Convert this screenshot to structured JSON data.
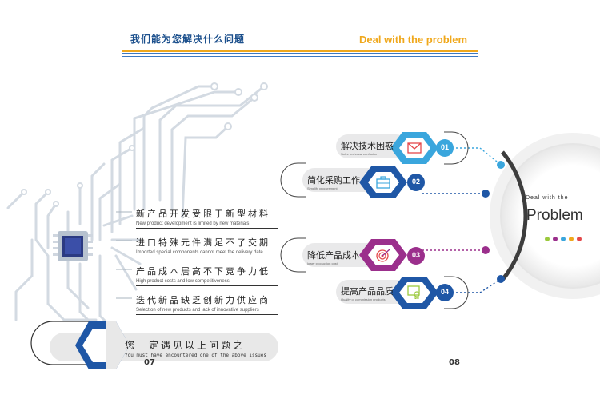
{
  "header": {
    "title_zh": "我们能为您解决什么问题",
    "title_en": "Deal with the problem",
    "colors": {
      "orange": "#f0a81c",
      "blue": "#3d79c2"
    }
  },
  "left_page": {
    "problems": [
      {
        "zh": "新产品开发受限于新型材料",
        "en": "New product development is limited by new materials"
      },
      {
        "zh": "进口特殊元件满足不了交期",
        "en": "Imported special components cannot meet the delivery date"
      },
      {
        "zh": "产品成本居高不下竞争力低",
        "en": "High product costs and low competitiveness"
      },
      {
        "zh": "迭代新品缺乏创新力供应商",
        "en": "Selection of new products and lack of innovative suppliers"
      }
    ],
    "callout": {
      "zh": "您一定遇见以上问题之一",
      "en": "You must have encountered one of the above issues"
    },
    "page_number": "07",
    "icons": [
      "circuit-board-graphic",
      "chip-icon",
      "hexagon-icon"
    ]
  },
  "right_page": {
    "items": [
      {
        "num": "01",
        "zh": "解决技术困惑",
        "en": "Solve technical confusion",
        "color": "#3aa6dd",
        "icon": "envelope-icon"
      },
      {
        "num": "02",
        "zh": "简化采购工作",
        "en": "Simplify procurement",
        "color": "#1f57a6",
        "icon": "briefcase-icon"
      },
      {
        "num": "03",
        "zh": "降低产品成本",
        "en": "lower production cost",
        "color": "#9b2f8c",
        "icon": "target-icon"
      },
      {
        "num": "04",
        "zh": "提高产品品质",
        "en": "Quality of commission products",
        "color": "#1f57a6",
        "icon": "certificate-icon"
      }
    ],
    "circle": {
      "small": "Deal with the",
      "big": "Problem",
      "dot_colors": [
        "#9bc93d",
        "#9b2f8c",
        "#3aa6dd",
        "#f0a81c",
        "#e4484b"
      ]
    },
    "page_number": "08"
  }
}
